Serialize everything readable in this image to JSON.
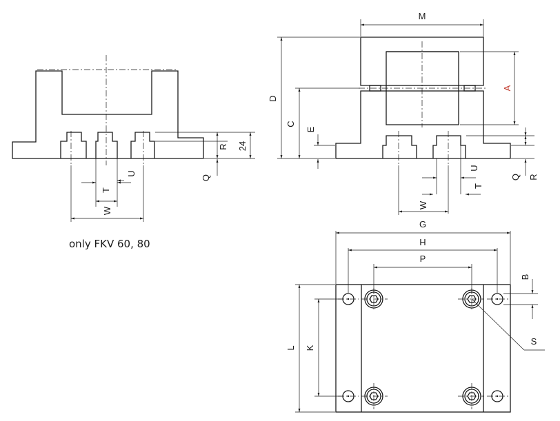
{
  "labels": {
    "M": "M",
    "A": "A",
    "D": "D",
    "C": "C",
    "E": "E",
    "Q": "Q",
    "R": "R",
    "U": "U",
    "T": "T",
    "W": "W",
    "G": "G",
    "H": "H",
    "P": "P",
    "B": "B",
    "S": "S",
    "L": "L",
    "K": "K",
    "dim24": "24"
  },
  "note": "only FKV 60, 80",
  "colors": {
    "line": "#1a1a1a",
    "highlight": "#c0392b",
    "background": "#ffffff"
  }
}
